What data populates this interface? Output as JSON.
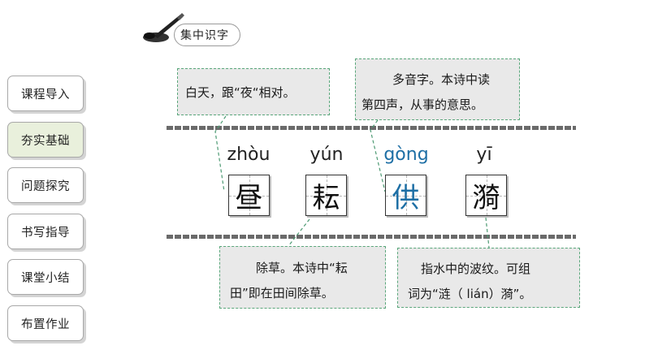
{
  "section": {
    "title": "集中识字"
  },
  "sidebar": {
    "items": [
      {
        "label": "课程导入",
        "active": false
      },
      {
        "label": "夯实基础",
        "active": true
      },
      {
        "label": "问题探究",
        "active": false
      },
      {
        "label": "书写指导",
        "active": false
      },
      {
        "label": "课堂小结",
        "active": false
      },
      {
        "label": "布置作业",
        "active": false
      }
    ]
  },
  "characters": [
    {
      "pinyin": "zhòu",
      "char": "昼",
      "highlight": false
    },
    {
      "pinyin": "yún",
      "char": "耘",
      "highlight": false
    },
    {
      "pinyin": "gòng",
      "char": "供",
      "highlight": true
    },
    {
      "pinyin": "yī",
      "char": "漪",
      "highlight": false
    }
  ],
  "notes": {
    "zhou": {
      "lines": [
        "白天，跟“夜“相对。"
      ]
    },
    "gong": {
      "lines": [
        "多音字。本诗中读",
        "第四声，从事的意思。"
      ]
    },
    "yun": {
      "lines": [
        "除草。本诗中“耘",
        "田”即在田间除草。"
      ]
    },
    "yi": {
      "lines": [
        "指水中的波纹。可组",
        "词为“涟（ lián）漪”。"
      ]
    }
  },
  "colors": {
    "highlight": "#1e6fa5",
    "callout_border": "#5aa77b",
    "callout_bg": "#e9e9e9",
    "active_nav_bg": "#e9f0dc"
  }
}
